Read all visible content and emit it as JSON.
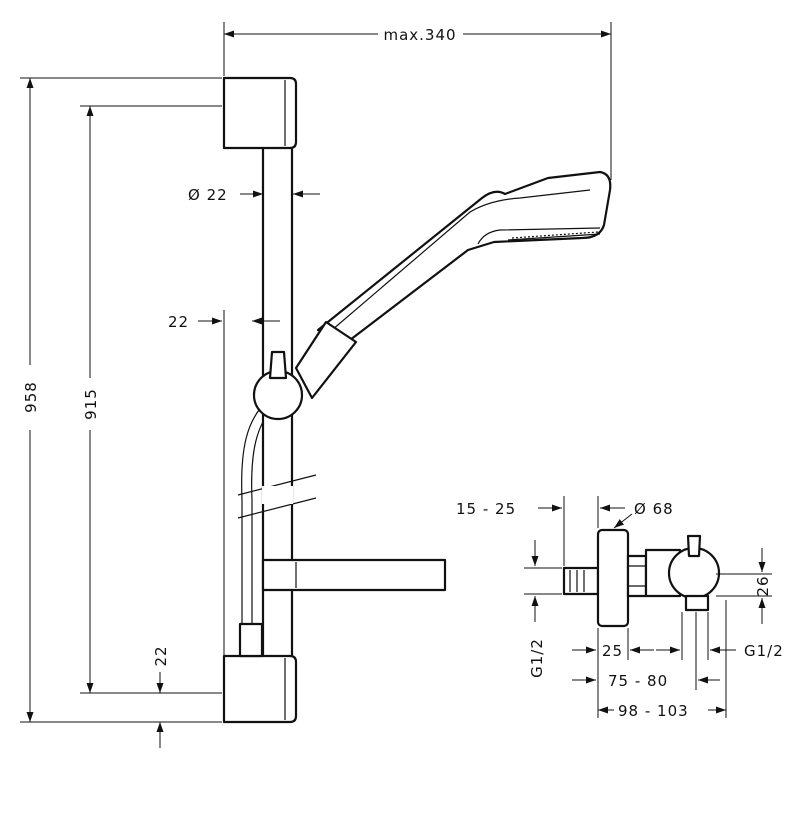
{
  "colors": {
    "line": "#111111",
    "background": "#ffffff"
  },
  "dimensions": {
    "max_reach": "max.340",
    "total_height": "958",
    "bar_length": "915",
    "bar_diameter": "Ø 22",
    "wall_offset": "22",
    "bottom_bracket": "22",
    "wall_gap": "15 - 25",
    "rosette_diameter": "Ø 68",
    "inlet_thread": "G1/2",
    "outlet_height": "26",
    "offset_25": "25",
    "outlet_thread": "G1/2",
    "center_range": "75 - 80",
    "depth_range": "98 - 103"
  }
}
